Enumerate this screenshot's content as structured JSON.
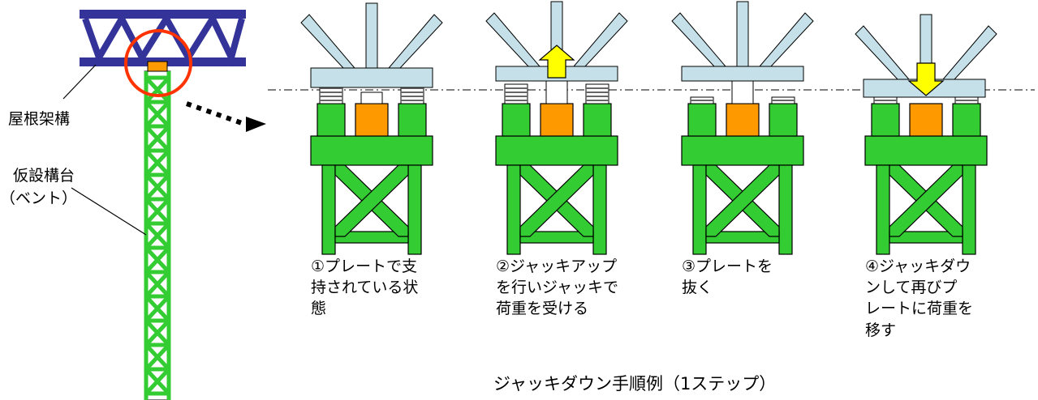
{
  "labels": {
    "roof_truss": "屋根架構",
    "temp_bent_line1": "仮設構台",
    "temp_bent_line2": "（ベント）"
  },
  "steps": [
    {
      "line1": "①プレートで支",
      "line2": "持されている状",
      "line3": "態",
      "line4": ""
    },
    {
      "line1": "②ジャッキアップ",
      "line2": "を行いジャッキで",
      "line3": "荷重を受ける",
      "line4": ""
    },
    {
      "line1": "③プレートを",
      "line2": "抜く",
      "line3": "",
      "line4": ""
    },
    {
      "line1": "④ジャッキダウ",
      "line2": "ンして再びプ",
      "line3": "レートに荷重を",
      "line4": "移す"
    }
  ],
  "caption": "ジャッキダウン手順例（1ステップ）",
  "colors": {
    "truss": "#333399",
    "bent_green": "#33cc33",
    "jack_orange": "#ff9900",
    "plate_blue": "#c5e0e8",
    "arrow_yellow": "#ffff00",
    "highlight_circle": "#ff3300"
  }
}
